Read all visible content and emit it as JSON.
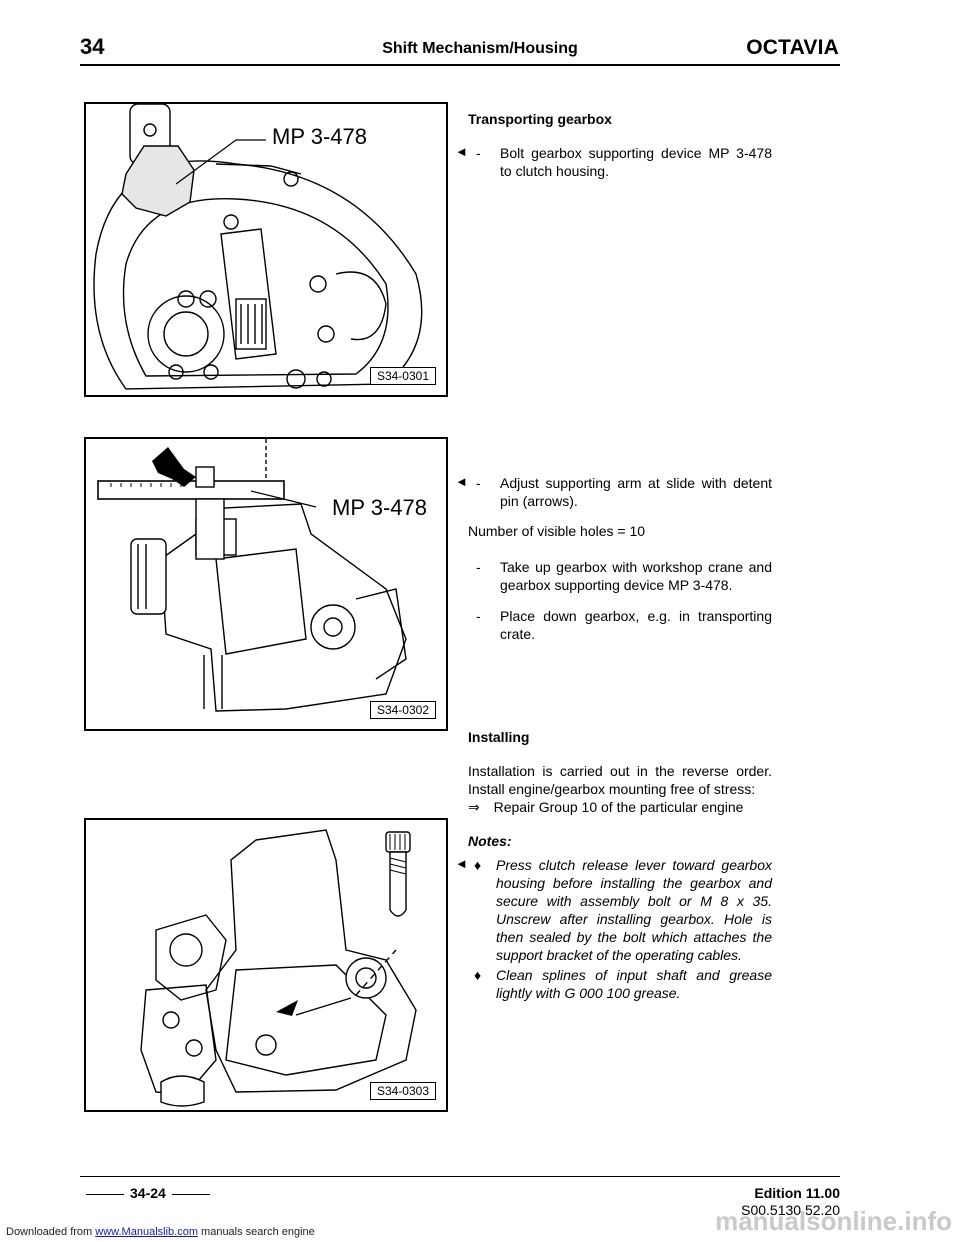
{
  "banner": {
    "prefix": "Downloaded from ",
    "link": "www.Manualslib.com",
    "suffix": " manuals search engine"
  },
  "header": {
    "section_number": "34",
    "title": "Shift Mechanism/Housing",
    "brand": "OCTAVIA"
  },
  "figures": [
    {
      "id": "S34-0301",
      "tool_label": "MP 3-478"
    },
    {
      "id": "S34-0302",
      "tool_label": "MP 3-478"
    },
    {
      "id": "S34-0303"
    }
  ],
  "content": {
    "arrow": "◄",
    "transporting_heading": "Transporting gearbox",
    "step1": "Bolt gearbox supporting device MP 3-478 to clutch housing.",
    "step2": "Adjust supporting arm at slide with detent pin (arrows).",
    "holes": "Number of visible holes = 10",
    "step3": "Take up gearbox with workshop crane and gearbox supporting device MP 3-478.",
    "step4": "Place down gearbox, e.g. in transporting crate.",
    "installing_heading": "Installing",
    "installing_text": "Installation is carried out in the reverse order. Install engine/gearbox mounting free of stress:",
    "ref_symbol": "⇒",
    "ref_text": "Repair Group 10 of the particular engine",
    "notes_heading": "Notes:",
    "note1": "Press clutch release lever toward gearbox housing before installing the gearbox and secure with assembly bolt or M 8 x 35. Unscrew after installing gearbox. Hole is then sealed by the bolt which attaches the support bracket of the operating cables.",
    "note2": "Clean splines of input shaft and grease lightly with G 000 100 grease.",
    "dash": "-",
    "bullet": "♦"
  },
  "footer": {
    "page": "34-24",
    "edition": "Edition 11.00",
    "doc_number": "S00.5130.52.20"
  },
  "watermark": "manualsonline.info"
}
